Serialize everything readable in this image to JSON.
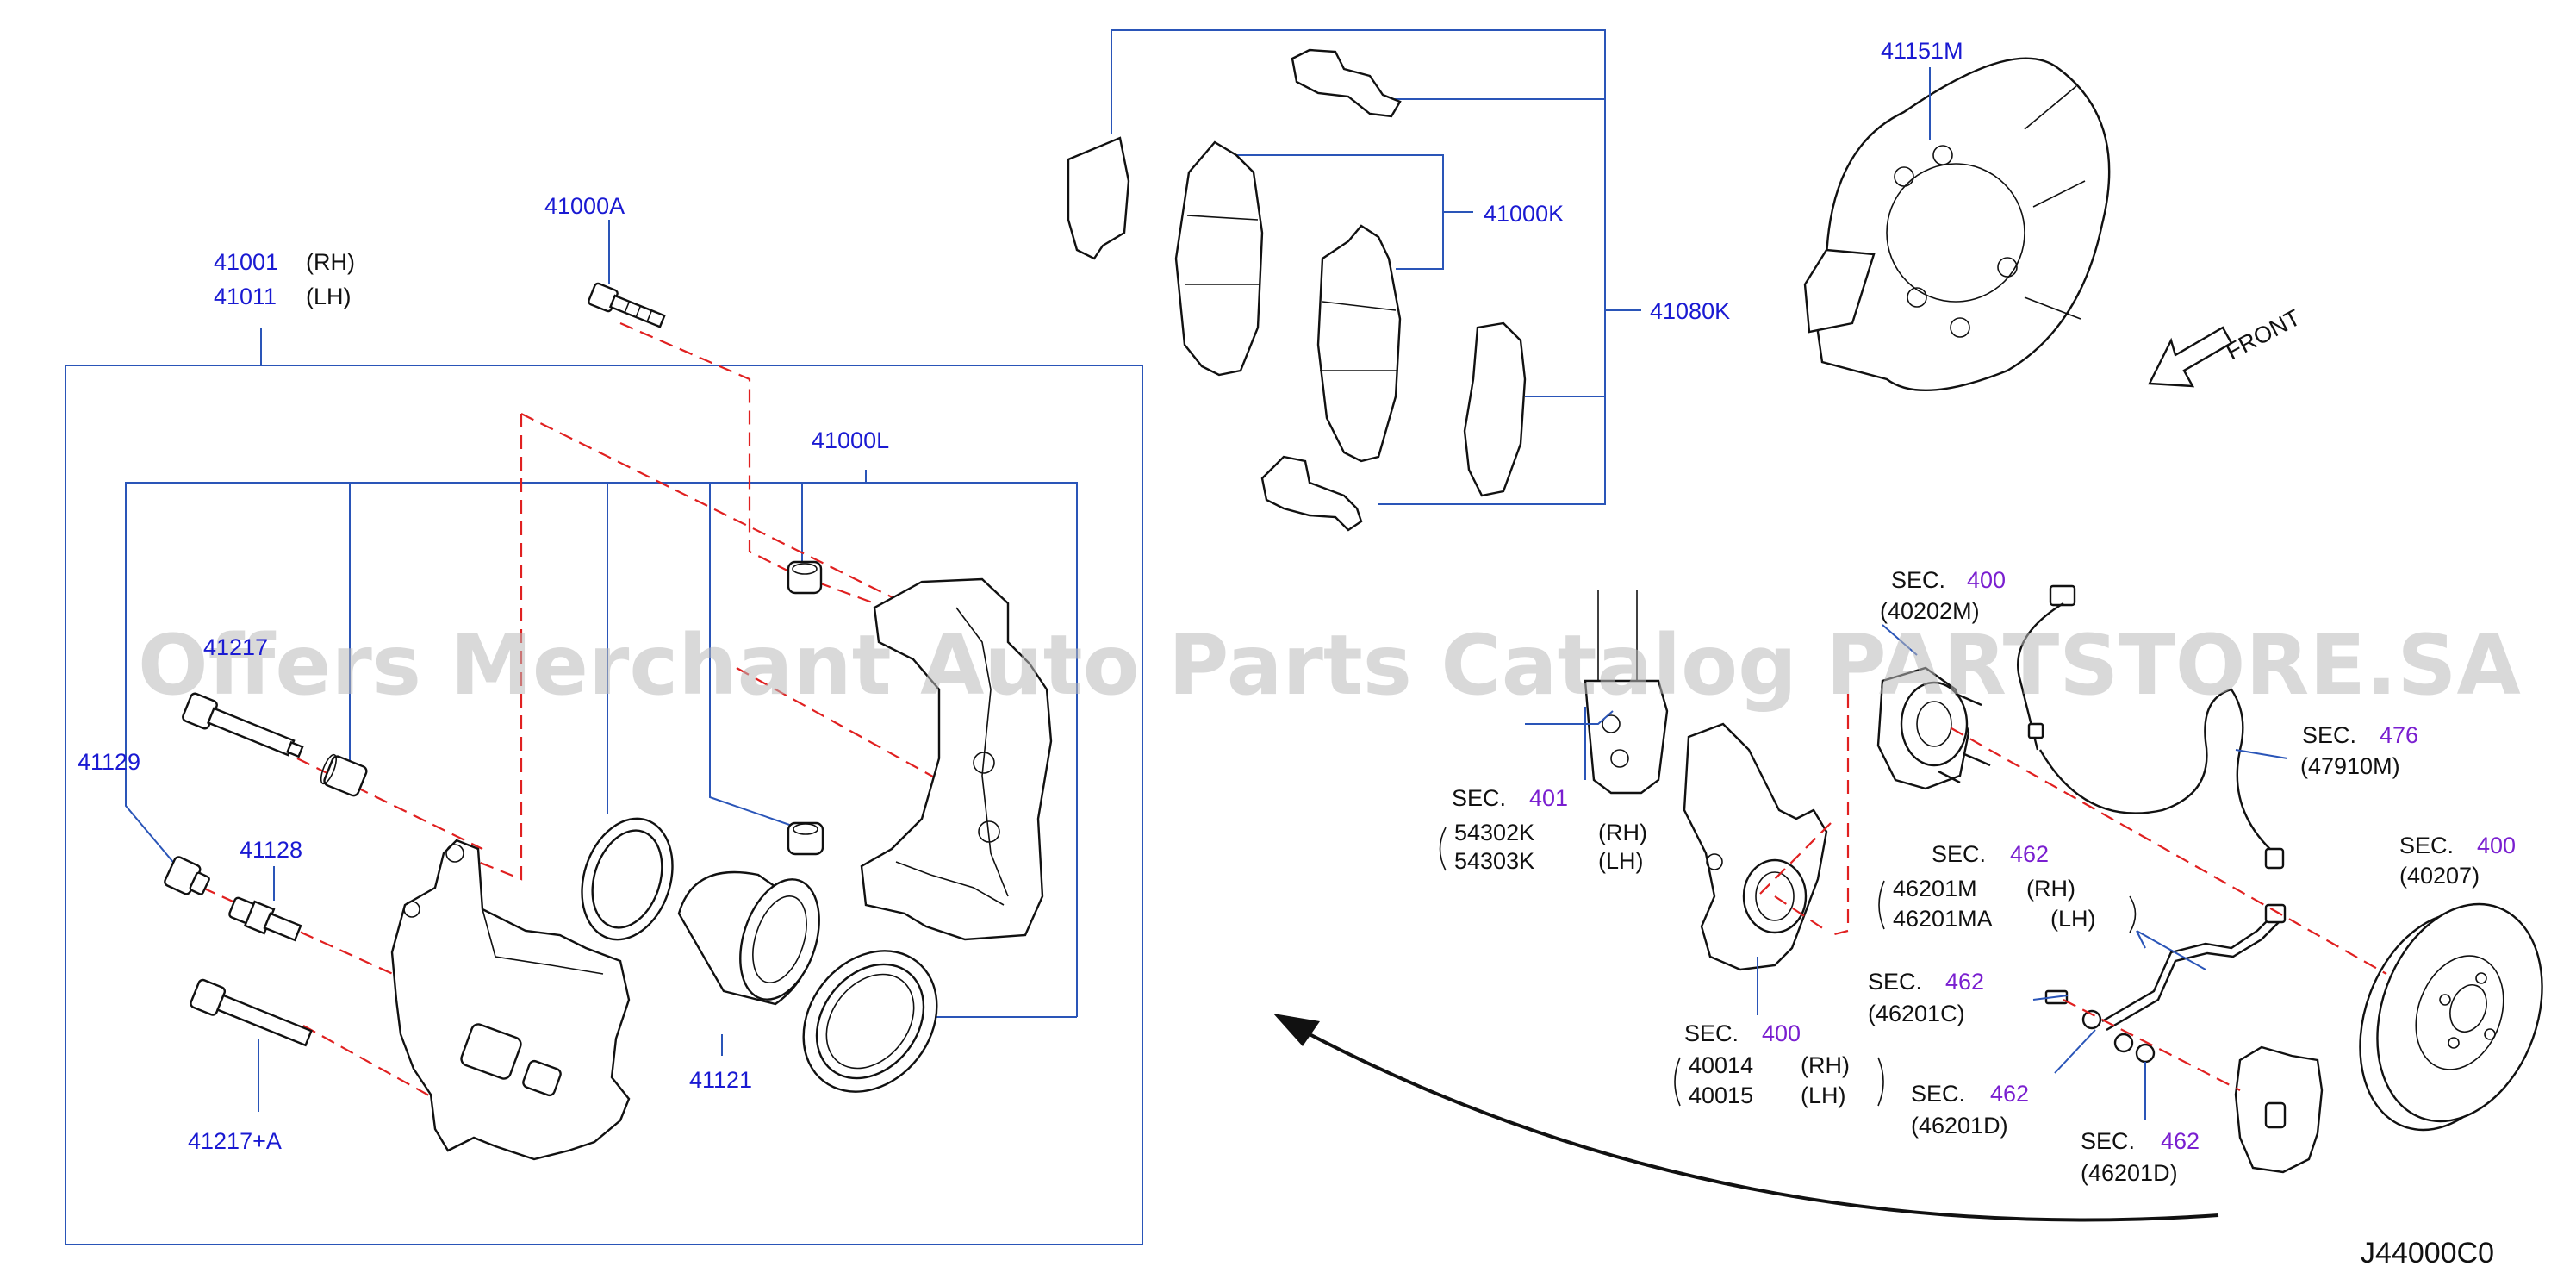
{
  "labels": {
    "p41001": "41001",
    "p41001_side": "(RH)",
    "p41011": "41011",
    "p41011_side": "(LH)",
    "p41000A": "41000A",
    "p41000L": "41000L",
    "p41000K": "41000K",
    "p41080K": "41080K",
    "p41151M": "41151M",
    "p41217_partial": "41217",
    "p41129": "41129",
    "p41128": "41128",
    "p41121": "41121",
    "p41217A": "41217+A",
    "front": "FRONT",
    "drawing_code": "J44000C0"
  },
  "sections": [
    {
      "key": "s400a",
      "prefix": "SEC.",
      "num": "400",
      "code": "(40202M)"
    },
    {
      "key": "s401",
      "prefix": "SEC.",
      "num": "401",
      "parts": [
        {
          "no": "54302K",
          "side": "(RH)"
        },
        {
          "no": "54303K",
          "side": "(LH)"
        }
      ]
    },
    {
      "key": "s476",
      "prefix": "SEC.",
      "num": "476",
      "code": "(47910M)"
    },
    {
      "key": "s462a",
      "prefix": "SEC.",
      "num": "462",
      "parts": [
        {
          "no": "46201M",
          "side": "(RH)"
        },
        {
          "no": "46201MA",
          "side": "(LH)"
        }
      ]
    },
    {
      "key": "s400b",
      "prefix": "SEC.",
      "num": "400",
      "code": "(40207)"
    },
    {
      "key": "s462b",
      "prefix": "SEC.",
      "num": "462",
      "code": "(46201C)"
    },
    {
      "key": "s400c",
      "prefix": "SEC.",
      "num": "400",
      "parts": [
        {
          "no": "40014",
          "side": "(RH)"
        },
        {
          "no": "40015",
          "side": "(LH)"
        }
      ]
    },
    {
      "key": "s462c",
      "prefix": "SEC.",
      "num": "462",
      "code": "(46201D)"
    },
    {
      "key": "s462d",
      "prefix": "SEC.",
      "num": "462",
      "code": "(46201D)"
    }
  ],
  "watermark": "Offers Merchant Auto Parts Catalog PARTSTORE.SA",
  "colors": {
    "part_number": "#1a1ad2",
    "section_number": "#7a1fd0",
    "leader": "#2a55b8",
    "centerline": "#e02020",
    "watermark": "#b9b9b9"
  }
}
